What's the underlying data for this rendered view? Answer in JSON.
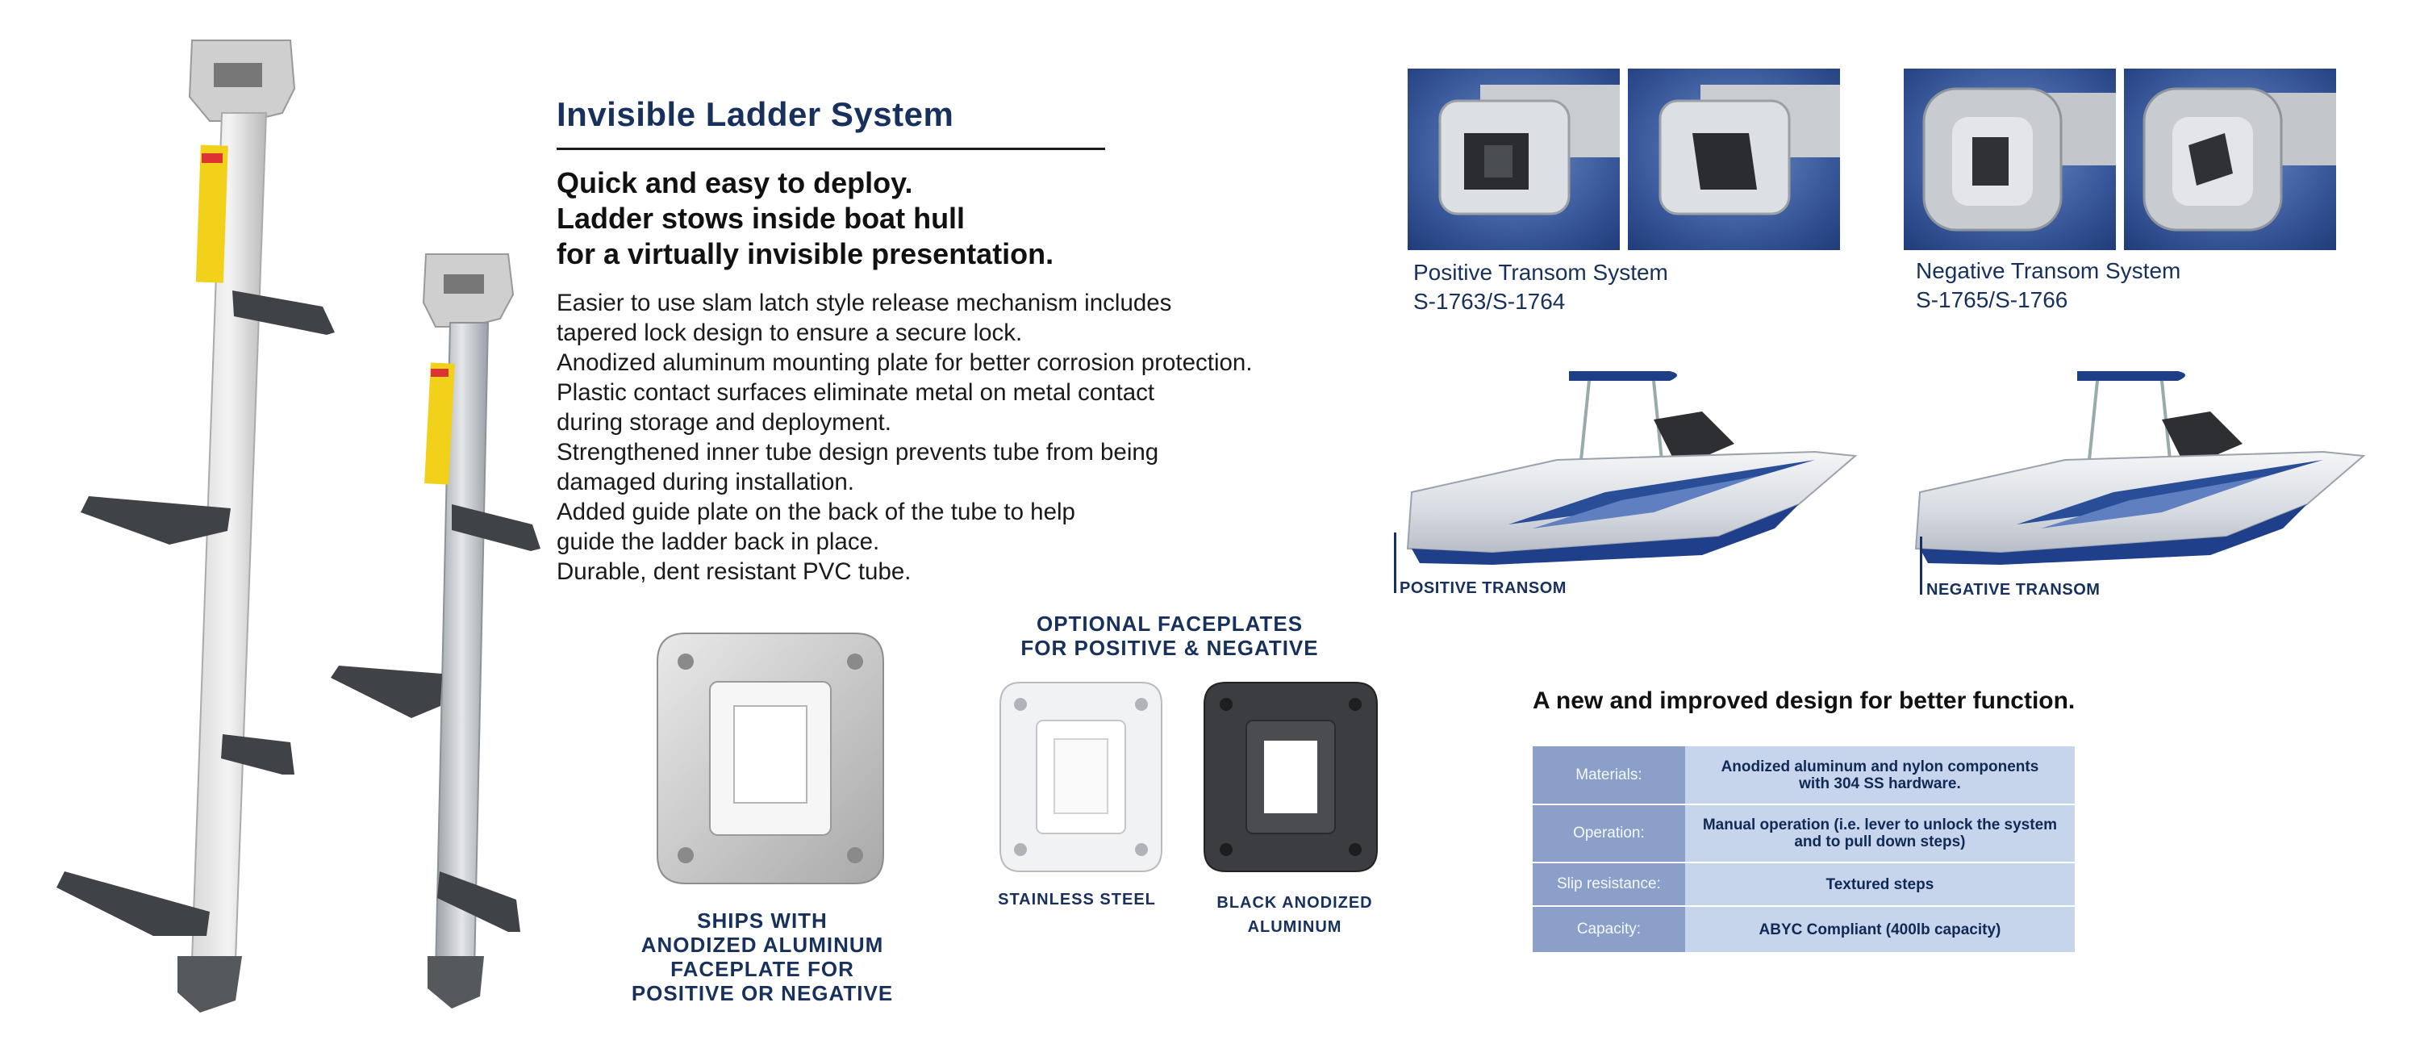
{
  "title": "Invisible Ladder System",
  "headline": [
    "Quick and easy to deploy.",
    "Ladder stows inside boat hull",
    "for a virtually invisible presentation."
  ],
  "features": [
    "Easier to use slam latch style release mechanism includes",
    "tapered lock design to ensure a secure lock.",
    "Anodized aluminum mounting plate for better corrosion protection.",
    "Plastic contact surfaces eliminate metal on metal contact",
    "during storage and deployment.",
    "Strengthened inner tube design prevents tube from being",
    "damaged during installation.",
    "Added guide plate on the back of the tube to help",
    "guide the ladder back in place.",
    "Durable, dent resistant PVC tube."
  ],
  "faceplates": {
    "ships_caption": [
      "SHIPS WITH",
      "ANODIZED ALUMINUM",
      "FACEPLATE FOR",
      "POSITIVE OR NEGATIVE"
    ],
    "optional_caption": [
      "OPTIONAL FACEPLATES",
      "FOR POSITIVE & NEGATIVE"
    ],
    "stainless_label": "STAINLESS STEEL",
    "black_label": [
      "BLACK ANODIZED",
      "ALUMINUM"
    ]
  },
  "transom_systems": [
    {
      "name": "Positive Transom System",
      "part": "S-1763/S-1764"
    },
    {
      "name": "Negative Transom System",
      "part": "S-1765/S-1766"
    }
  ],
  "boats": {
    "positive_label": "POSITIVE TRANSOM",
    "negative_label": "NEGATIVE TRANSOM"
  },
  "improved_heading": "A new and improved design for better function.",
  "specs": [
    {
      "label": "Materials:",
      "value": [
        "Anodized aluminum and nylon components",
        "with 304 SS hardware."
      ]
    },
    {
      "label": "Operation:",
      "value": [
        "Manual operation (i.e. lever to unlock the system",
        "and to pull down steps)"
      ]
    },
    {
      "label": "Slip resistance:",
      "value": [
        "Textured steps"
      ]
    },
    {
      "label": "Capacity:",
      "value": [
        "ABYC Compliant (400lb capacity)"
      ]
    }
  ],
  "colors": {
    "navy": "#17305c",
    "photo_blue": "#2b4b8e",
    "table_label": "#8aa0c8",
    "table_value": "#c6d4ec",
    "warning_yellow": "#f2d11b"
  }
}
